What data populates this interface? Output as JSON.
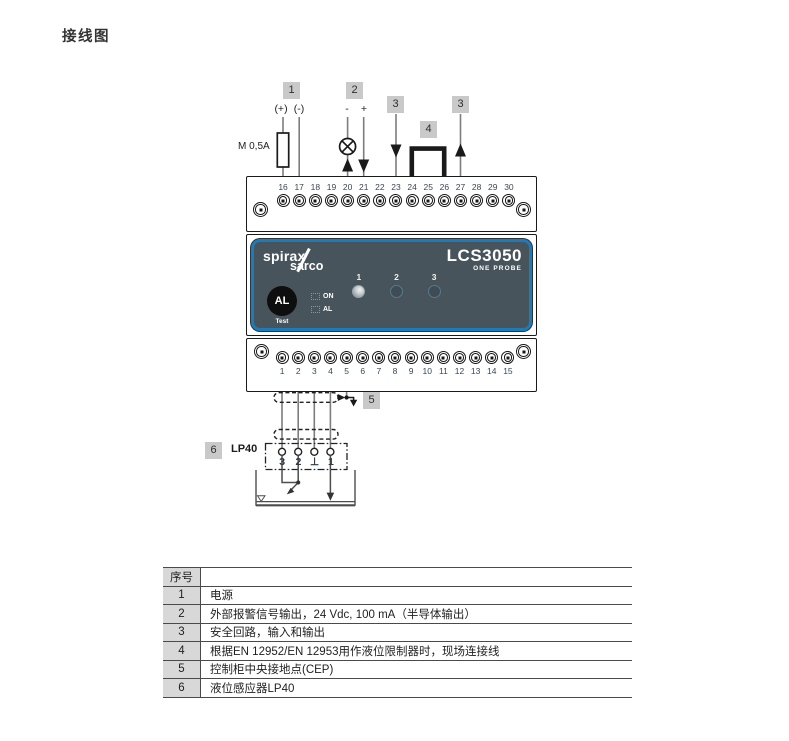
{
  "title": "接线图",
  "colors": {
    "panel_bg": "#48545c",
    "panel_border": "#1f7ab8",
    "callout_bg": "#c9c9c9",
    "table_col1_bg": "#d8d8d8"
  },
  "callouts": {
    "one": "1",
    "two": "2",
    "three_a": "3",
    "three_b": "3",
    "four": "4",
    "five": "5",
    "six": "6"
  },
  "labels": {
    "plus": "(+)",
    "minus": "(-)",
    "neg": "-",
    "pos": "+",
    "fuse": "M 0,5A",
    "probe": "LP40"
  },
  "device": {
    "brand_top": "spirax",
    "brand_bottom": "sarco",
    "model": "LCS3050",
    "model_sub": "ONE PROBE",
    "test_button": "AL",
    "test_label": "Test",
    "io_labels": [
      "ON",
      "AL"
    ],
    "channels": [
      {
        "label": "1",
        "state": "on"
      },
      {
        "label": "2",
        "state": "off"
      },
      {
        "label": "3",
        "state": "off"
      }
    ],
    "top_terminals": [
      "16",
      "17",
      "18",
      "19",
      "20",
      "21",
      "22",
      "23",
      "24",
      "25",
      "26",
      "27",
      "28",
      "29",
      "30"
    ],
    "bottom_terminals": [
      "1",
      "2",
      "3",
      "4",
      "5",
      "6",
      "7",
      "8",
      "9",
      "10",
      "11",
      "12",
      "13",
      "14",
      "15"
    ]
  },
  "probe_terminals": [
    "3",
    "2",
    "⊥",
    "1"
  ],
  "table": {
    "header_no": "序号",
    "rows": [
      {
        "no": "1",
        "desc": "电源"
      },
      {
        "no": "2",
        "desc": "外部报警信号输出，24 Vdc, 100 mA（半导体输出）"
      },
      {
        "no": "3",
        "desc": "安全回路，输入和输出"
      },
      {
        "no": "4",
        "desc": "根据EN 12952/EN 12953用作液位限制器时，现场连接线"
      },
      {
        "no": "5",
        "desc": "控制柜中央接地点(CEP)"
      },
      {
        "no": "6",
        "desc": "液位感应器LP40"
      }
    ]
  }
}
